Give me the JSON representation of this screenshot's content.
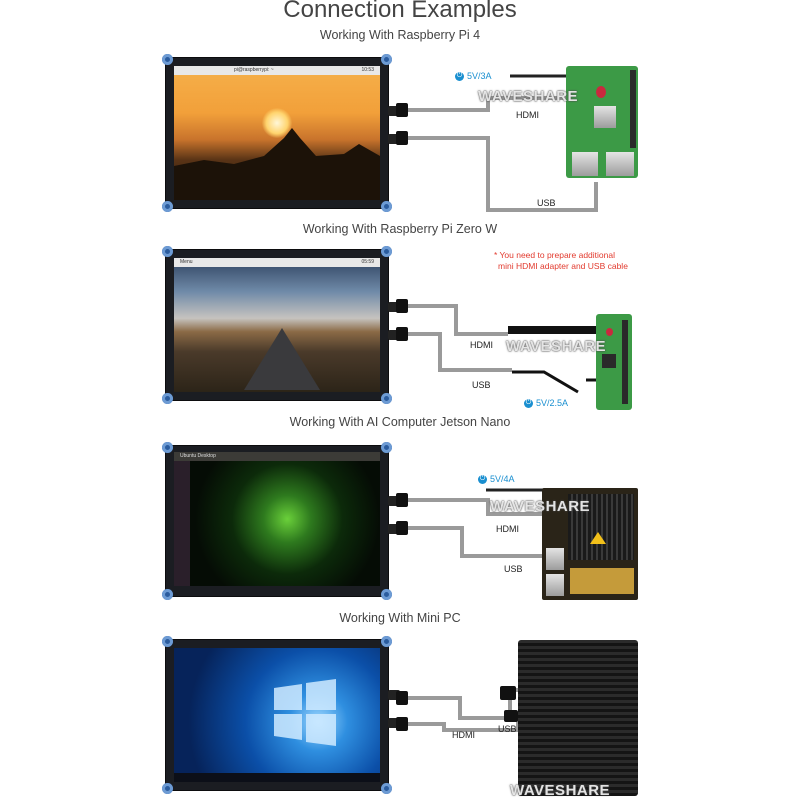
{
  "page": {
    "title": "Connection Examples"
  },
  "sections": [
    {
      "heading": "Working With Raspberry Pi 4",
      "power_label": "5V/3A",
      "video_label": "HDMI",
      "data_label": "USB",
      "watermark": "WAVESHARE",
      "screen_bar_text": "pi@raspberrypi: ~",
      "screen_clock": "10:53"
    },
    {
      "heading": "Working With Raspberry Pi Zero W",
      "note_line1": "* You need to prepare additional",
      "note_line2": "mini HDMI adapter and USB cable",
      "power_label": "5V/2.5A",
      "video_label": "HDMI",
      "data_label": "USB",
      "watermark": "WAVESHARE",
      "screen_menu": "Menu",
      "screen_clock": "05:59"
    },
    {
      "heading": "Working With AI Computer Jetson Nano",
      "power_label": "5V/4A",
      "video_label": "HDMI",
      "data_label": "USB",
      "watermark": "WAVESHARE",
      "screen_bar_text": "Ubuntu Desktop"
    },
    {
      "heading": "Working With Mini PC",
      "video_label": "HDMI",
      "data_label": "USB",
      "watermark": "WAVESHARE"
    }
  ],
  "colors": {
    "heading_text": "#444444",
    "note_red": "#e23b2f",
    "power_blue": "#1a8fd0",
    "cable_gray": "#9a9a9a",
    "monitor_frame": "#1b1d22",
    "mount_blue": "#2b5c9e"
  }
}
